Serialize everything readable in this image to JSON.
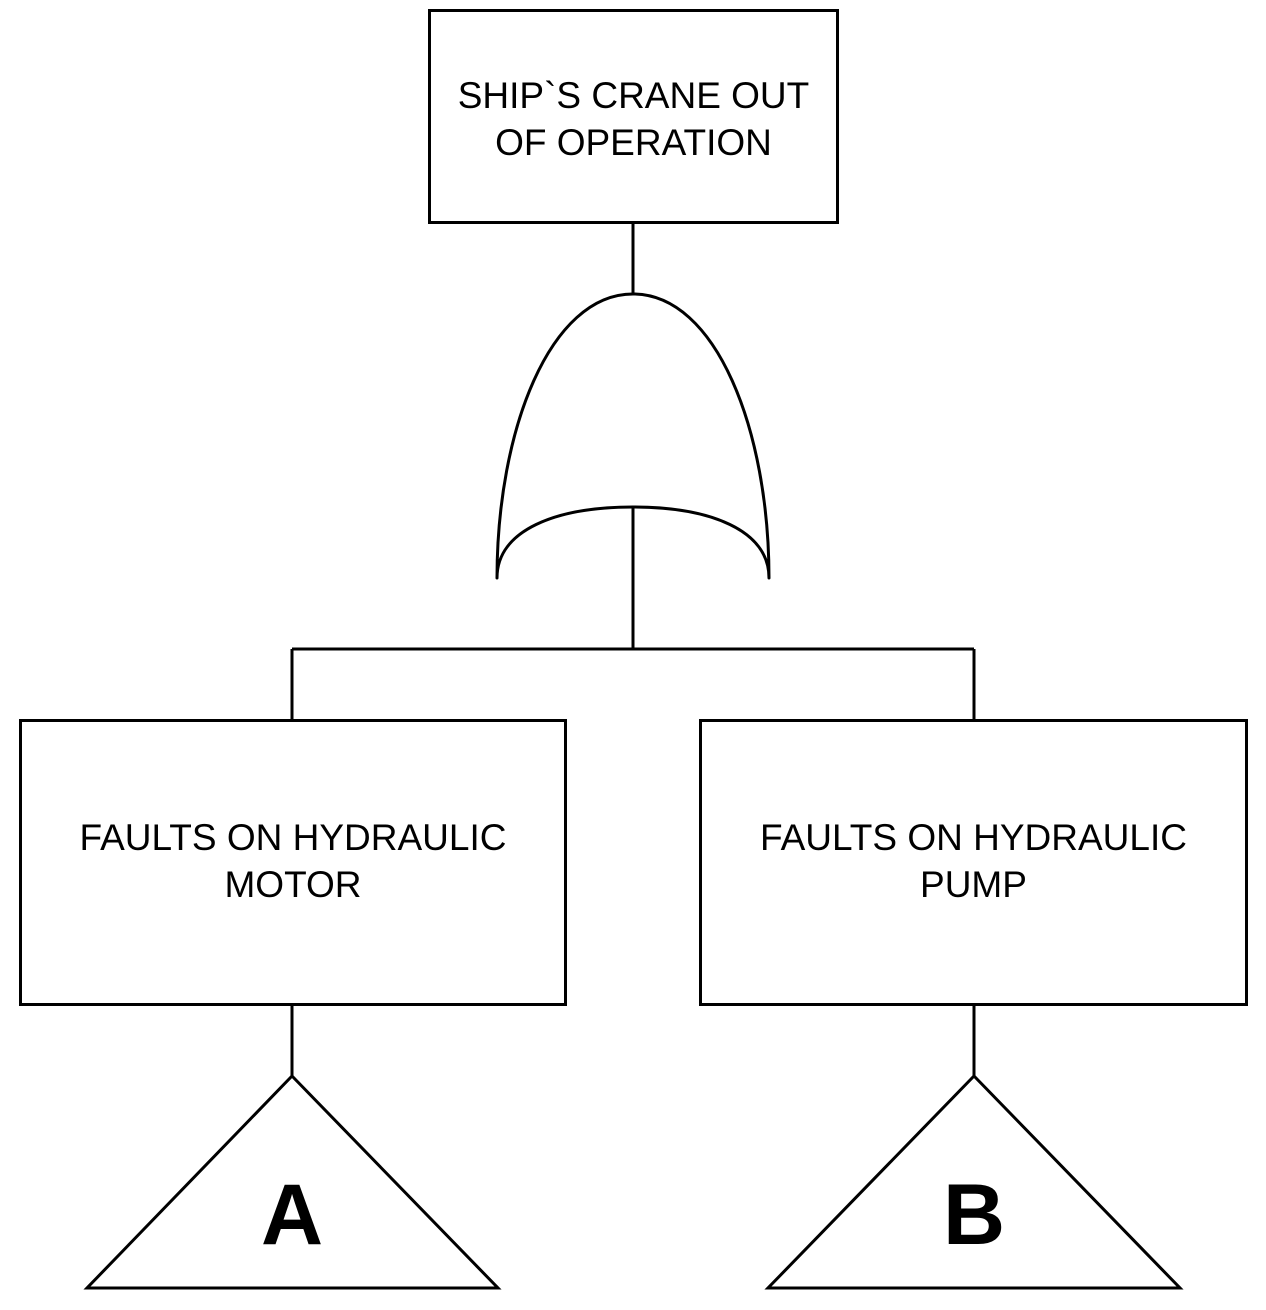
{
  "top_event": {
    "label": "SHIP`S CRANE OUT\nOF OPERATION"
  },
  "gate": {
    "type": "OR"
  },
  "events": [
    {
      "label": "FAULTS ON HYDRAULIC\nMOTOR"
    },
    {
      "label": "FAULTS ON HYDRAULIC\nPUMP"
    }
  ],
  "transfers": [
    {
      "symbol": "A"
    },
    {
      "symbol": "B"
    }
  ],
  "colors": {
    "stroke": "#000000",
    "background": "#ffffff"
  }
}
